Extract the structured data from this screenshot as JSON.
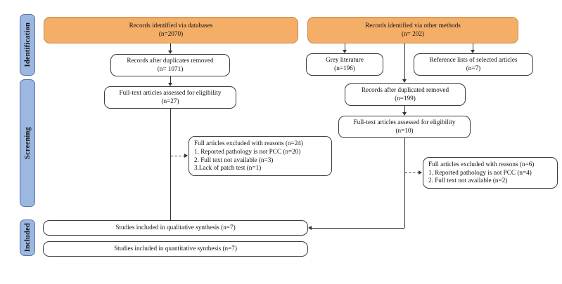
{
  "diagram": {
    "title": "PRISMA flow diagram",
    "type": "flowchart",
    "colors": {
      "stage_tab_fill": "#9db8e0",
      "stage_tab_border": "#5a74a8",
      "source_box_fill": "#f4ae68",
      "box_fill": "#ffffff",
      "box_border": "#3d3d3d",
      "connector": "#333333",
      "background": "#ffffff"
    }
  },
  "stages": [
    {
      "id": "identification",
      "label": "Identification"
    },
    {
      "id": "screening",
      "label": "Screening"
    },
    {
      "id": "included",
      "label": "Included"
    }
  ],
  "nodes": {
    "db_records": {
      "line1": "Records identified via databases",
      "line2": "(n=2070)"
    },
    "other_records": {
      "line1": "Records identified via other methods",
      "line2": "(n= 202)"
    },
    "dedup_left": {
      "line1": "Records after duplicates removed",
      "line2": "(n= 1071)"
    },
    "grey_literature": {
      "line1": "Grey literature",
      "line2": "(n=196)"
    },
    "reference_lists": {
      "line1": "Reference lists of selected articles",
      "line2": "(n=7)"
    },
    "eligibility_left": {
      "line1": "Full-text articles assessed for eligibility",
      "line2": "(n=27)"
    },
    "dedup_right": {
      "line1": "Records  after duplicated removed",
      "line2": "(n=199)"
    },
    "eligibility_right": {
      "line1": "Full-text articles assessed for eligibility",
      "line2": "(n=10)"
    },
    "excluded_left": {
      "line1": "Full articles excluded with reasons (n=24)",
      "line2": "1. Reported pathology is not PCC (n=20)",
      "line3": "2. Full text not available (n=3)",
      "line4": "3.Lack of patch test (n=1)"
    },
    "excluded_right": {
      "line1": "Full articles excluded with reasons (n=6)",
      "line2": "1. Reported pathology is not PCC (n=4)",
      "line3": "2. Full text not available (n=2)"
    },
    "qualitative": {
      "line1": "Studies included in qualitative synthesis (n=7)"
    },
    "quantitative": {
      "line1": "Studies included in quantitative synthesis (n=7)"
    }
  }
}
